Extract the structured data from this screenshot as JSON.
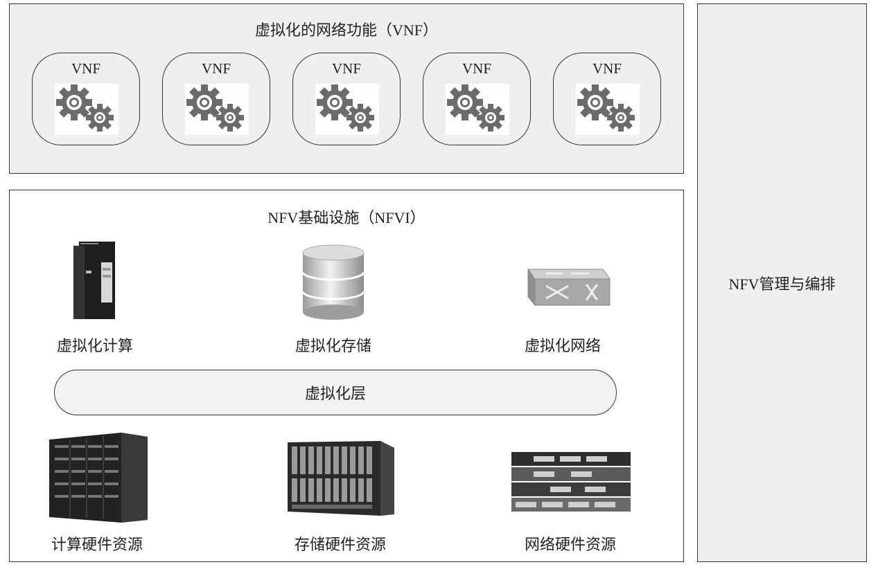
{
  "vnf_layer": {
    "title": "虚拟化的网络功能（VNF）",
    "vnfs": [
      {
        "label": "VNF",
        "icon": "gears-icon"
      },
      {
        "label": "VNF",
        "icon": "gears-icon"
      },
      {
        "label": "VNF",
        "icon": "gears-icon"
      },
      {
        "label": "VNF",
        "icon": "gears-icon"
      },
      {
        "label": "VNF",
        "icon": "gears-icon"
      }
    ]
  },
  "nfvi": {
    "title": "NFV基础设施（NFVI）",
    "virtual_resources": [
      {
        "label": "虚拟化计算",
        "icon": "server-tower-icon"
      },
      {
        "label": "虚拟化存储",
        "icon": "database-cylinder-icon"
      },
      {
        "label": "虚拟化网络",
        "icon": "network-switch-icon"
      }
    ],
    "virtualization_layer": "虚拟化层",
    "hardware_resources": [
      {
        "label": "计算硬件资源",
        "icon": "server-rack-icon"
      },
      {
        "label": "存储硬件资源",
        "icon": "blade-chassis-icon"
      },
      {
        "label": "网络硬件资源",
        "icon": "switch-stack-icon"
      }
    ]
  },
  "mano": {
    "title": "NFV管理与编排"
  },
  "colors": {
    "panel_gray": "#efefef",
    "border": "#333333",
    "gear": "#6b6b6b",
    "device_dark": "#1e1e1e"
  }
}
